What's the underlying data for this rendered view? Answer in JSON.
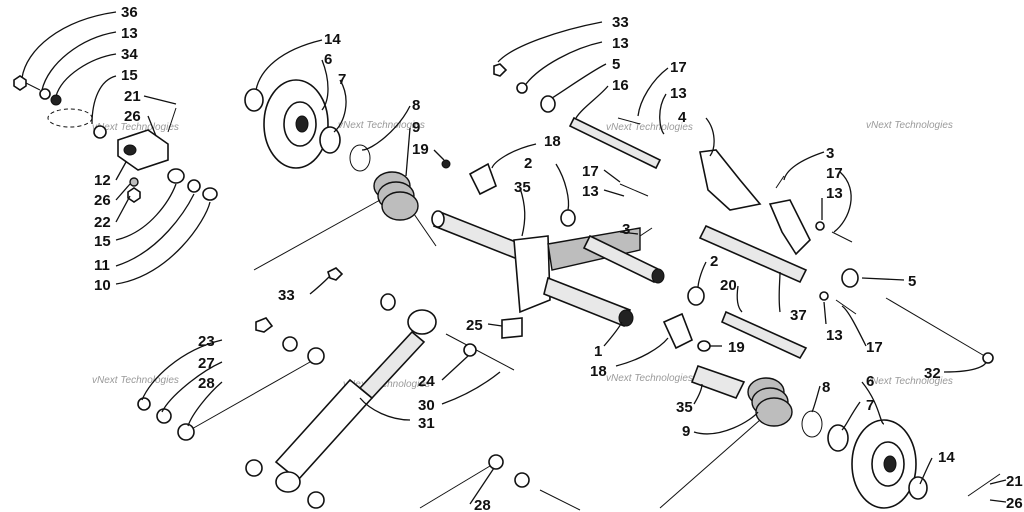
{
  "watermark": "vNext Technologies",
  "callouts": {
    "c36": "36",
    "c13a": "13",
    "c34": "34",
    "c15a": "15",
    "c21a": "21",
    "c26a": "26",
    "c12": "12",
    "c26b": "26",
    "c22": "22",
    "c15b": "15",
    "c11": "11",
    "c10": "10",
    "c14a": "14",
    "c6a": "6",
    "c7a": "7",
    "c8a": "8",
    "c9a": "9",
    "c19a": "19",
    "c35a": "35",
    "c18a": "18",
    "c2a": "2",
    "c33a": "33",
    "c13b": "13",
    "c5a": "5",
    "c16": "16",
    "c17a": "17",
    "c13c": "13",
    "c4": "4",
    "c17b": "17",
    "c13d": "13",
    "c3a": "3",
    "c3b": "3",
    "c17c": "17",
    "c13e": "13",
    "c2b": "2",
    "c20": "20",
    "c5b": "5",
    "c37": "37",
    "c13f": "13",
    "c17d": "17",
    "c32": "32",
    "c33b": "33",
    "c25": "25",
    "c1": "1",
    "c19b": "19",
    "c18b": "18",
    "c23": "23",
    "c27": "27",
    "c28a": "28",
    "c24": "24",
    "c30": "30",
    "c31": "31",
    "c35b": "35",
    "c8b": "8",
    "c6b": "6",
    "c7b": "7",
    "c9b": "9",
    "c14b": "14",
    "c28b": "28",
    "c21b": "21",
    "c26c": "26"
  }
}
